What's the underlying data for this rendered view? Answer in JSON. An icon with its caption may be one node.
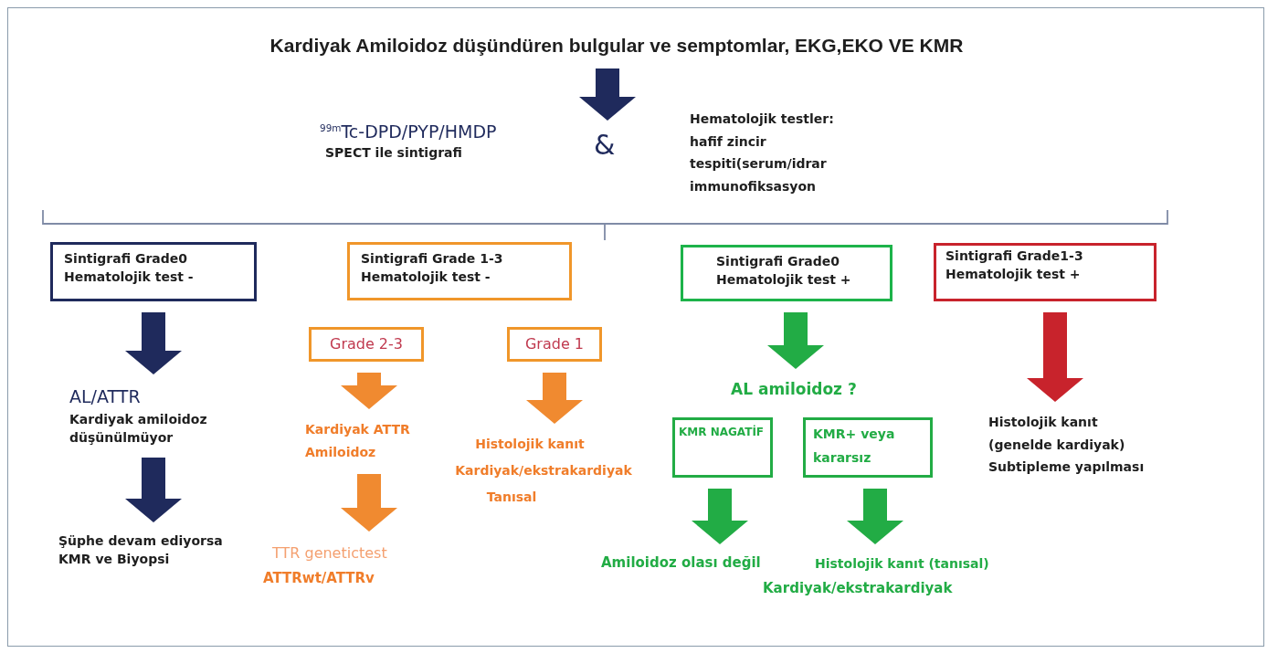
{
  "diagram": {
    "nodes": [
      {
        "text": [
          "Kardiyak Amiloidoz düşündüren bulgular ve semptomlar, EKG,EKO VE KMR"
        ]
      },
      {
        "text": [
          "&"
        ]
      },
      {
        "text": [
          "$^{99m}$Tc-DPD/PYP/HMDP",
          "SPECT ile sintigrafi"
        ]
      },
      {
        "text": [
          "Hematolojik testler: hafif zincir tespiti(serum/idrar immunofiksasyon"
        ]
      },
      {
        "text": [
          "Sintigrafi Grade0 Hematolojik test -"
        ]
      },
      {
        "text": [
          "Sintigrafi Grade 1-3 Hematolojik test -"
        ]
      },
      {
        "text": [
          "Sintigrafi Grade0 Hematolojik test +"
        ]
      },
      {
        "text": [
          "Sintigrafi Grade1-3 Hematolojik test +"
        ]
      },
      {
        "text": [
          "AL/ATTR",
          "Kardiyak amiloidoz düşünülmüyor"
        ]
      },
      {
        "text": [
          "Şüphe devam ediyorsa KMR ve Biyopsi"
        ]
      },
      {
        "text": [
          "Grade 2-3"
        ]
      },
      {
        "text": [
          "Grade 1"
        ]
      },
      {
        "text": [
          "Kardiyak ATTR Amiloidoz"
        ]
      },
      {
        "text": [
          "TTR genetictest",
          "ATTRwt/ATTRv"
        ]
      },
      {
        "text": [
          "Histolojik kanıt",
          "Kardiyak/ekstrakardiyak",
          "Tanısal"
        ]
      },
      {
        "text": [
          "AL amiloidoz ?"
        ]
      },
      {
        "text": [
          "KMR NAGATİF"
        ]
      },
      {
        "text": [
          "KMR+ veya kararsız"
        ]
      },
      {
        "text": [
          "Amiloidoz olası değil"
        ]
      },
      {
        "text": [
          "Histolojik kanıt (tanısal)",
          "Kardiyak/ekstrakardiyak"
        ]
      },
      {
        "text": [
          "Histolojik kanıt (genelde kardiyak) Subtipleme yapılması"
        ]
      }
    ],
    "edges": [
      {
        "from": 0,
        "to": 1,
        "arrow": "to",
        "color": "#1f2a5c"
      },
      {
        "from": 4,
        "to": 8,
        "arrow": "to",
        "color": "#1f2a5c"
      },
      {
        "from": 8,
        "to": 9,
        "arrow": "to",
        "color": "#1f2a5c"
      },
      {
        "from": 10,
        "to": 12,
        "arrow": "to",
        "color": "#f08a30"
      },
      {
        "from": 12,
        "to": 13,
        "arrow": "to",
        "color": "#f08a30"
      },
      {
        "from": 11,
        "to": 14,
        "arrow": "to",
        "color": "#f08a30"
      },
      {
        "from": 6,
        "to": 15,
        "arrow": "to",
        "color": "#22ac45"
      },
      {
        "from": 16,
        "to": 18,
        "arrow": "to",
        "color": "#22ac45"
      },
      {
        "from": 17,
        "to": 19,
        "arrow": "to",
        "color": "#22ac45"
      },
      {
        "from": 7,
        "to": 20,
        "arrow": "to",
        "color": "#c8232c"
      }
    ]
  }
}
